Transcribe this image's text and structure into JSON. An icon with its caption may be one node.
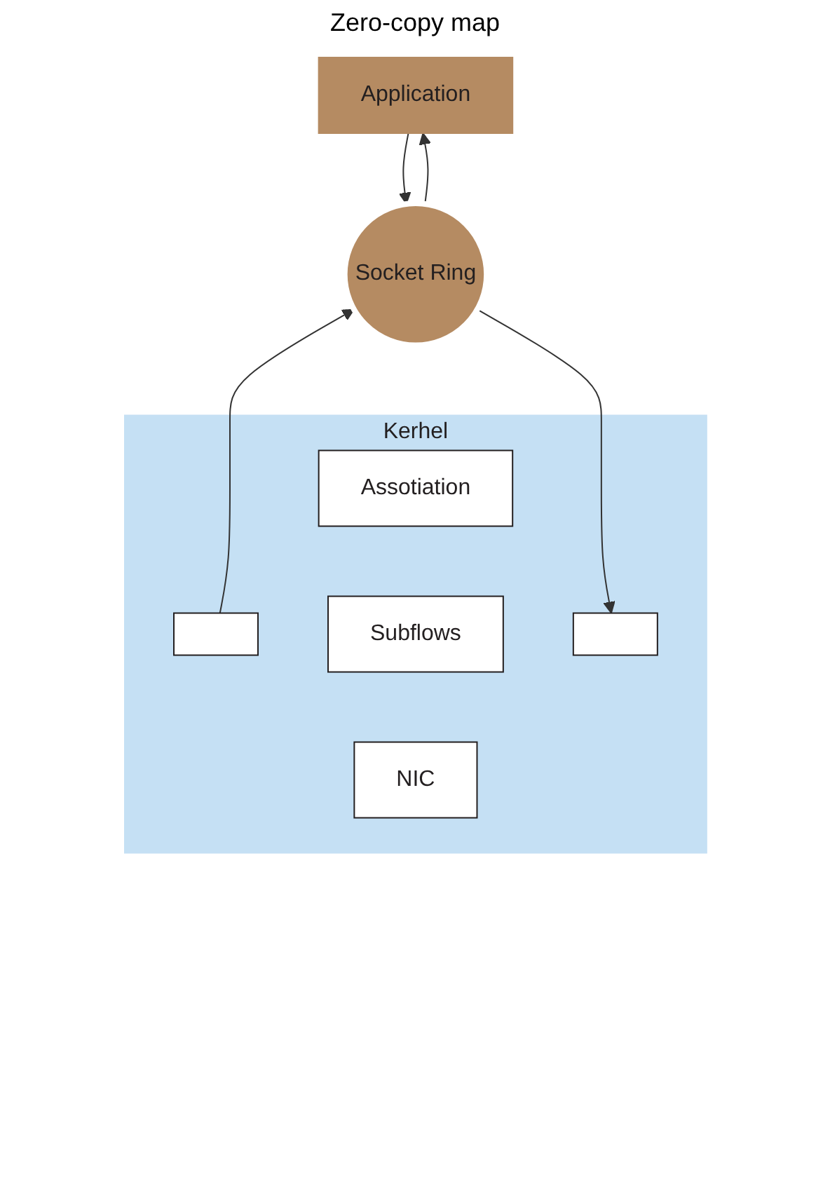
{
  "diagram": {
    "nodes": [
      {
        "text": [
          "Application"
        ]
      },
      {
        "text": [
          "Socket Ring"
        ]
      },
      {
        "text": [
          "Kerhel"
        ]
      },
      {
        "text": [
          "Assotiation"
        ],
        "in": 2
      },
      {
        "text": [],
        "shape": "box",
        "in": 2
      },
      {
        "text": [
          "Subflows"
        ],
        "in": 2
      },
      {
        "text": [],
        "shape": "box",
        "in": 2
      },
      {
        "text": [
          "NIC"
        ],
        "in": 2
      }
    ],
    "edges": [
      {
        "from": 0,
        "to": 1,
        "arrow": "to"
      },
      {
        "from": 1,
        "to": 0,
        "arrow": "to"
      },
      {
        "from": 1,
        "to": 6,
        "arrow": "to"
      },
      {
        "from": 4,
        "to": 1,
        "arrow": "to"
      }
    ],
    "labels": [
      "Zero-copy map"
    ]
  }
}
